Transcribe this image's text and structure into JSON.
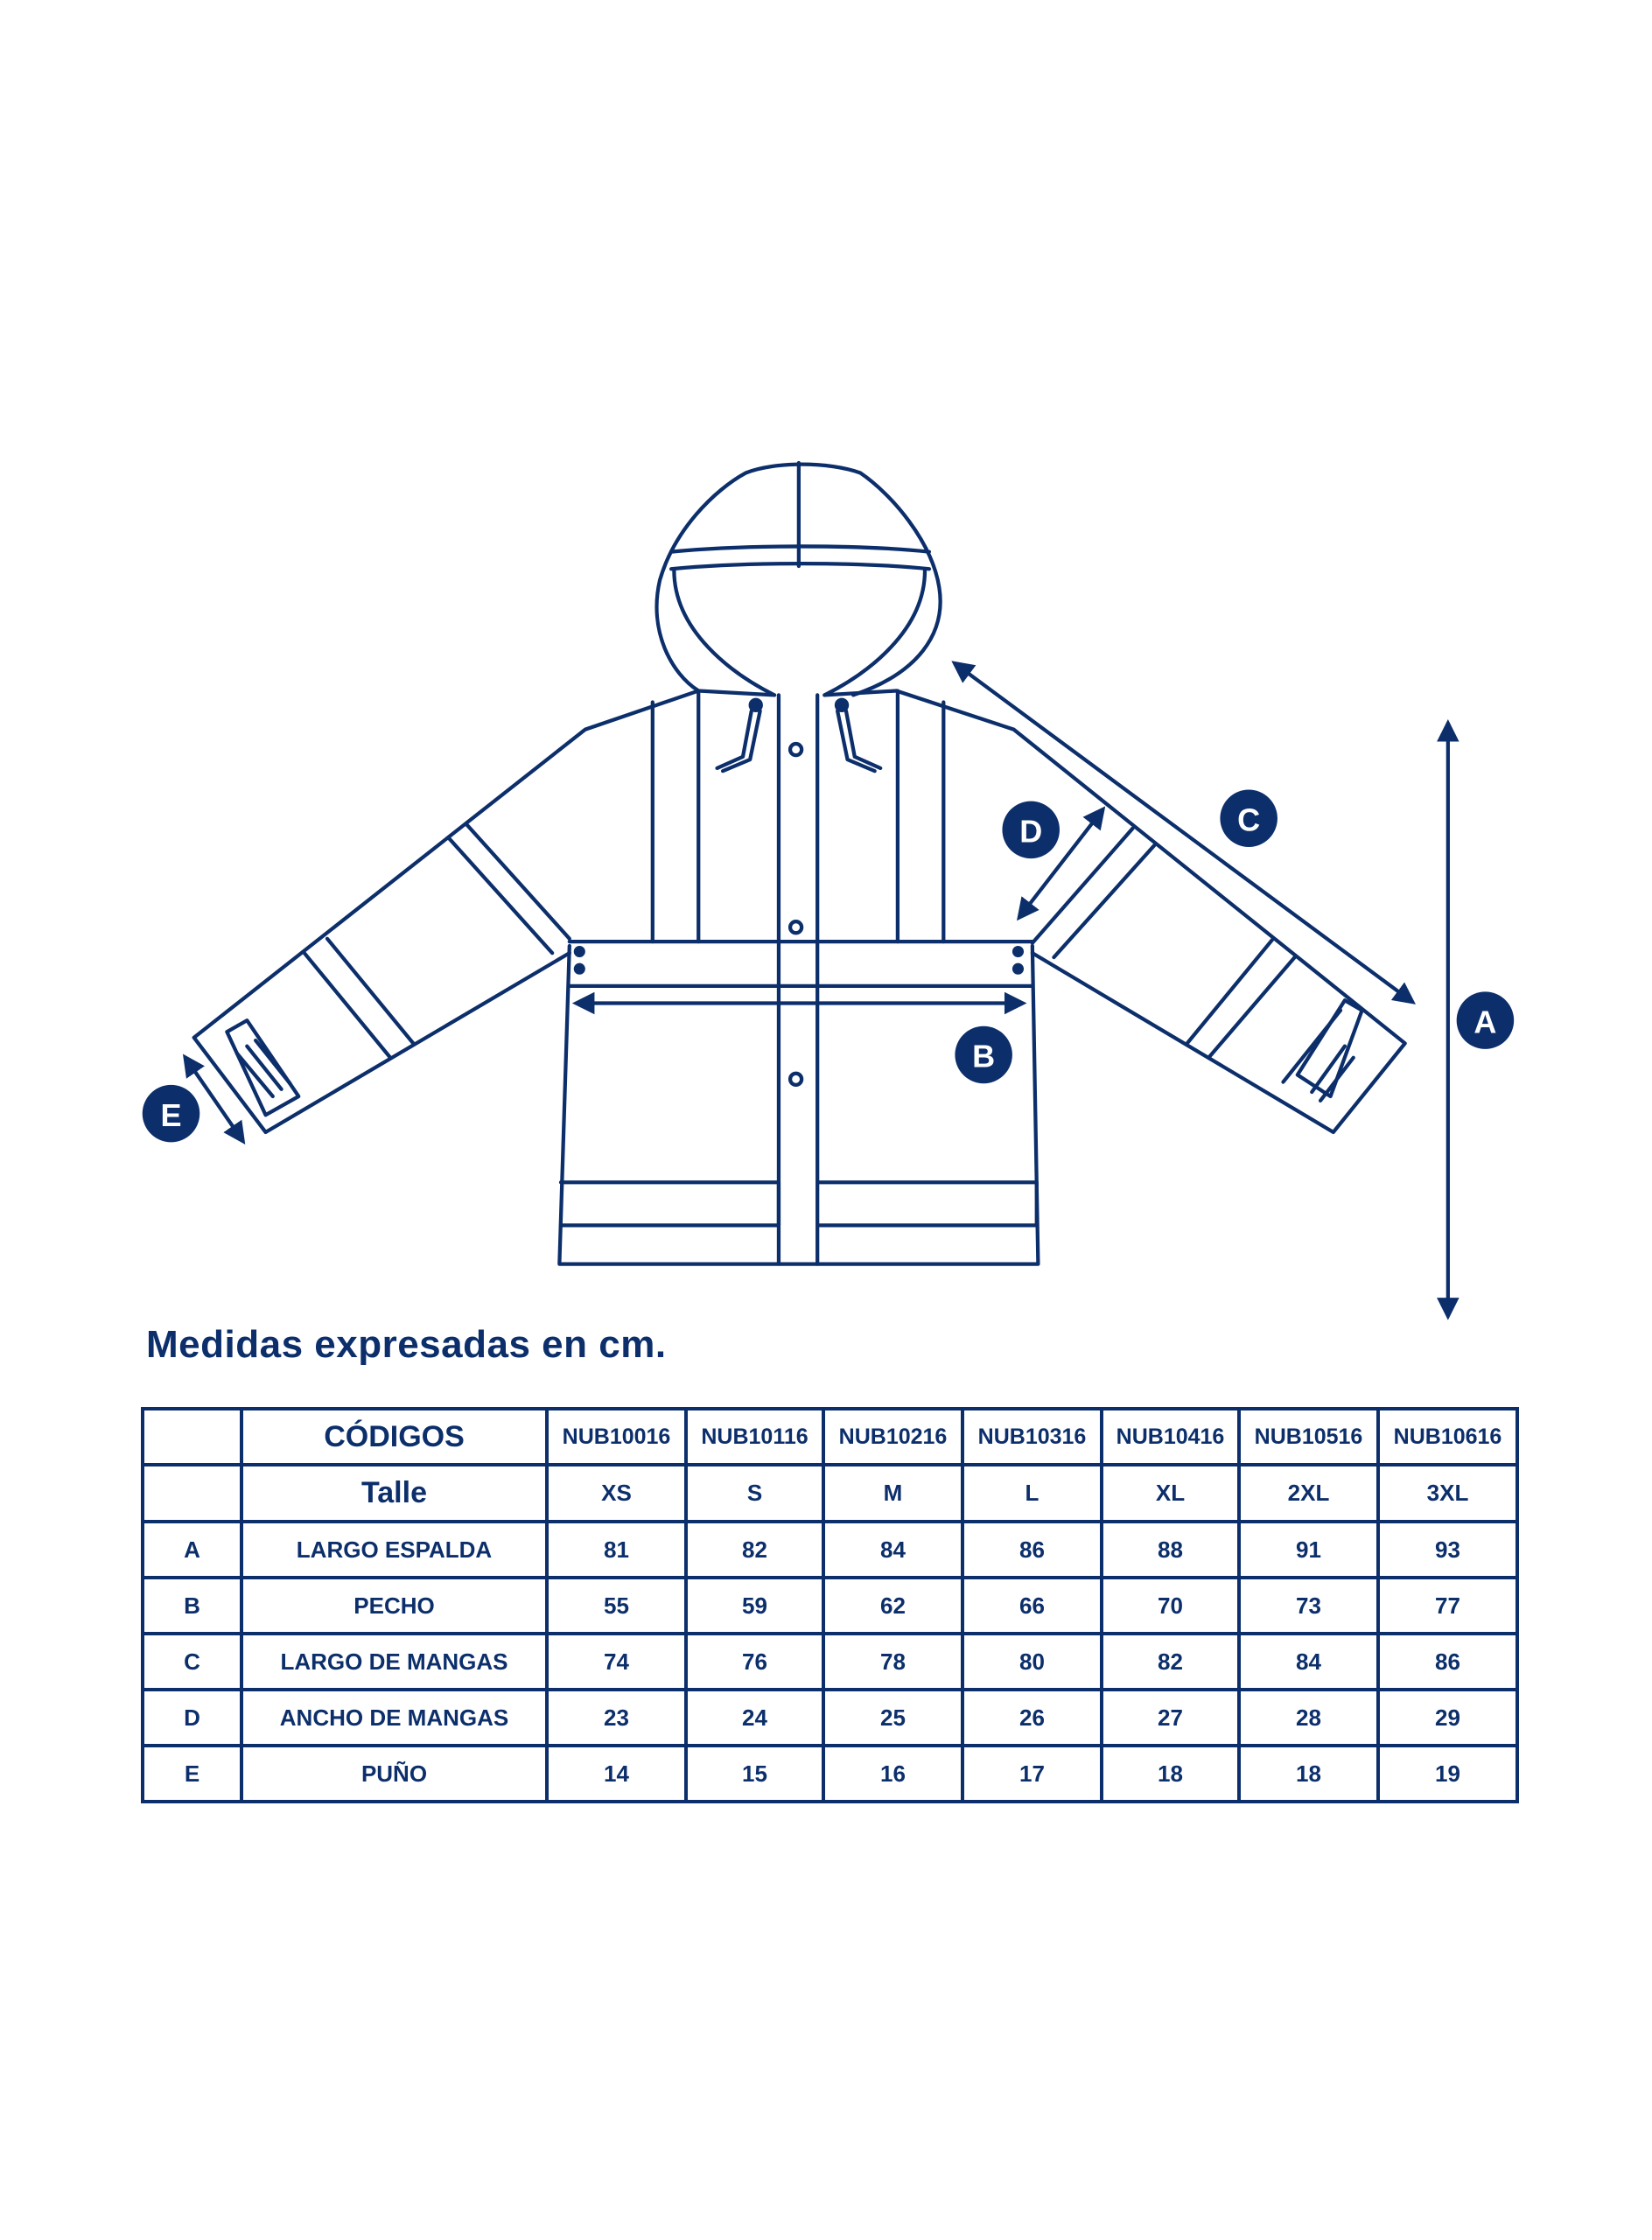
{
  "title": "Medidas expresadas en cm.",
  "diagram": {
    "labels": [
      "A",
      "B",
      "C",
      "D",
      "E"
    ],
    "line_color": "#0c2f6b"
  },
  "table": {
    "codes_header": "CÓDIGOS",
    "codes": [
      "NUB10016",
      "NUB10116",
      "NUB10216",
      "NUB10316",
      "NUB10416",
      "NUB10516",
      "NUB10616"
    ],
    "size_header": "Talle",
    "sizes": [
      "XS",
      "S",
      "M",
      "L",
      "XL",
      "2XL",
      "3XL"
    ],
    "rows": [
      {
        "key": "A",
        "name": "LARGO ESPALDA",
        "values": [
          "81",
          "82",
          "84",
          "86",
          "88",
          "91",
          "93"
        ]
      },
      {
        "key": "B",
        "name": "PECHO",
        "values": [
          "55",
          "59",
          "62",
          "66",
          "70",
          "73",
          "77"
        ]
      },
      {
        "key": "C",
        "name": "LARGO DE MANGAS",
        "values": [
          "74",
          "76",
          "78",
          "80",
          "82",
          "84",
          "86"
        ]
      },
      {
        "key": "D",
        "name": "ANCHO DE MANGAS",
        "values": [
          "23",
          "24",
          "25",
          "26",
          "27",
          "28",
          "29"
        ]
      },
      {
        "key": "E",
        "name": "PUÑO",
        "values": [
          "14",
          "15",
          "16",
          "17",
          "18",
          "18",
          "19"
        ]
      }
    ]
  }
}
